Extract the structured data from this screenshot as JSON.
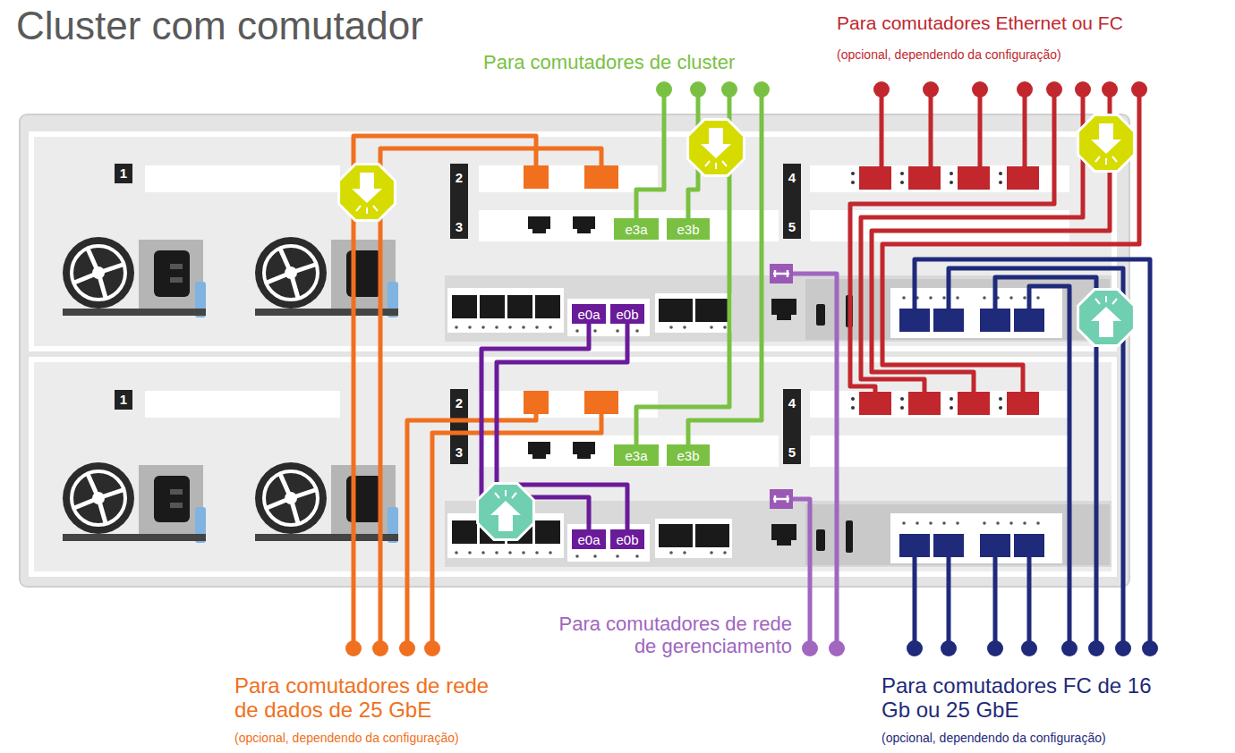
{
  "diagram": {
    "title": "Cluster com comutador",
    "nodes": [
      {
        "text": [
          "e3a"
        ]
      },
      {
        "text": [
          "e3b"
        ]
      },
      {
        "text": [
          "e0a"
        ]
      },
      {
        "text": [
          "e0b"
        ]
      },
      {
        "text": [
          "e3a"
        ]
      },
      {
        "text": [
          "e3b"
        ]
      },
      {
        "text": [
          "e0a"
        ]
      },
      {
        "text": [
          "e0b"
        ]
      }
    ],
    "edges": [
      {
        "from": 2,
        "to": 6,
        "arrow": "none"
      },
      {
        "from": 3,
        "to": 7,
        "arrow": "none"
      }
    ],
    "labels": [
      "1",
      "2",
      "3",
      "4",
      "5",
      "1",
      "2",
      "3",
      "4",
      "5",
      "Para comutadores de cluster",
      "Para comutadores Ethernet ou FC",
      "(opcional, dependendo da configuração)",
      "Para comutadores de rede de dados de 25 GbE",
      "(opcional, dependendo da configuração)",
      "Para comutadores de rede de gerenciamento",
      "Para comutadores FC de 16 Gb ou 25 GbE",
      "(opcional, dependendo da configuração)"
    ]
  }
}
